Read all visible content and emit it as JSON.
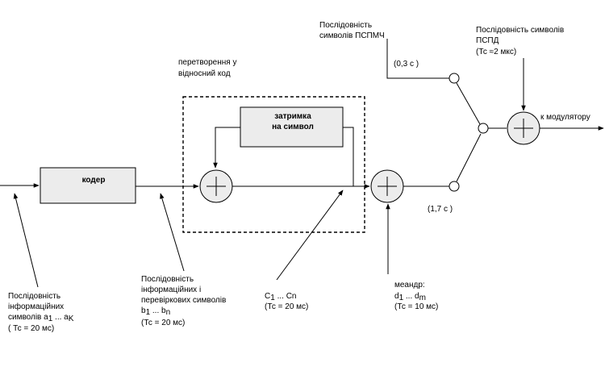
{
  "blocks": {
    "coder": "кодер",
    "delay_line1": "затримка",
    "delay_line2": "на символ"
  },
  "labels": {
    "relative_code_line1": "перетворення у",
    "relative_code_line2": "відносний код",
    "pspmch_line1": "Послідовність",
    "pspmch_line2": "символів ПСПМЧ",
    "pspmch_duration": "(0,3 с )",
    "pspd_line1": "Послідовність символів",
    "pspd_line2": "ПСПД",
    "pspd_period": "(Тс ≈2 мкс)",
    "to_modulator": "к модулятору",
    "duration_17": "(1,7 с )",
    "info_seq_line1": "Послідовність",
    "info_seq_line2": "інформаційних",
    "info_seq_line3_text": "символів a",
    "info_seq_line3_sub1": "1",
    "info_seq_line3_mid": " ... a",
    "info_seq_line3_sub2": "K",
    "info_seq_period": "( Тс = 20 мс)",
    "check_seq_line1": "Послідовність",
    "check_seq_line2": "інформаційних і",
    "check_seq_line3": "перевіркових символів",
    "check_seq_line4_text": "b",
    "check_seq_line4_sub1": "1",
    "check_seq_line4_mid": " ... b",
    "check_seq_line4_sub2": "n",
    "check_seq_period": "(Тс = 20 мс)",
    "c_seq_text": "C",
    "c_seq_sub": "1",
    "c_seq_mid": " ... Cn",
    "c_seq_period": "(Тс = 20 мс)",
    "meander_line1": "меандр:",
    "meander_text": "d",
    "meander_sub1": "1",
    "meander_mid": " ... d",
    "meander_sub2": "m",
    "meander_period": "(Тс = 10 мс)"
  }
}
